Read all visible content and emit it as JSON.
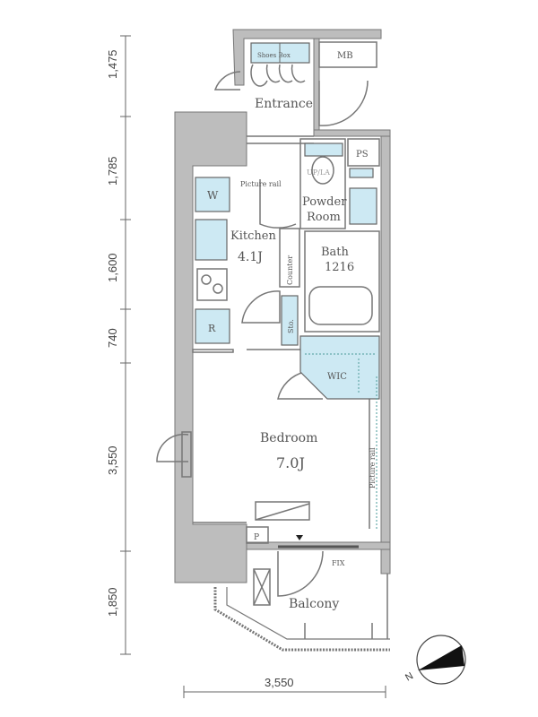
{
  "plan": {
    "rooms": {
      "entrance": "Entrance",
      "shoes_box": "Shoes Box",
      "mb": "MB",
      "ps": "PS",
      "ul": "UP/LA",
      "picture_rail_top": "Picture rail",
      "powder_room_1": "Powder",
      "powder_room_2": "Room",
      "w": "W",
      "kitchen": "Kitchen",
      "kitchen_size": "4.1J",
      "bath": "Bath",
      "bath_size": "1216",
      "counter": "Counter",
      "sto": "Sto.",
      "r": "R",
      "wic": "WIC",
      "bedroom": "Bedroom",
      "bedroom_size": "7.0J",
      "picture_rail_side": "Picture rail",
      "p": "P",
      "fix": "FIX",
      "balcony": "Balcony"
    },
    "dimensions_left": [
      "1,475",
      "1,785",
      "1,600",
      "740",
      "3,550",
      "1,850"
    ],
    "dimension_bottom": "3,550",
    "compass": "N",
    "colors": {
      "fixture": "#cde9f3",
      "wall": "#bdbdbd"
    }
  }
}
